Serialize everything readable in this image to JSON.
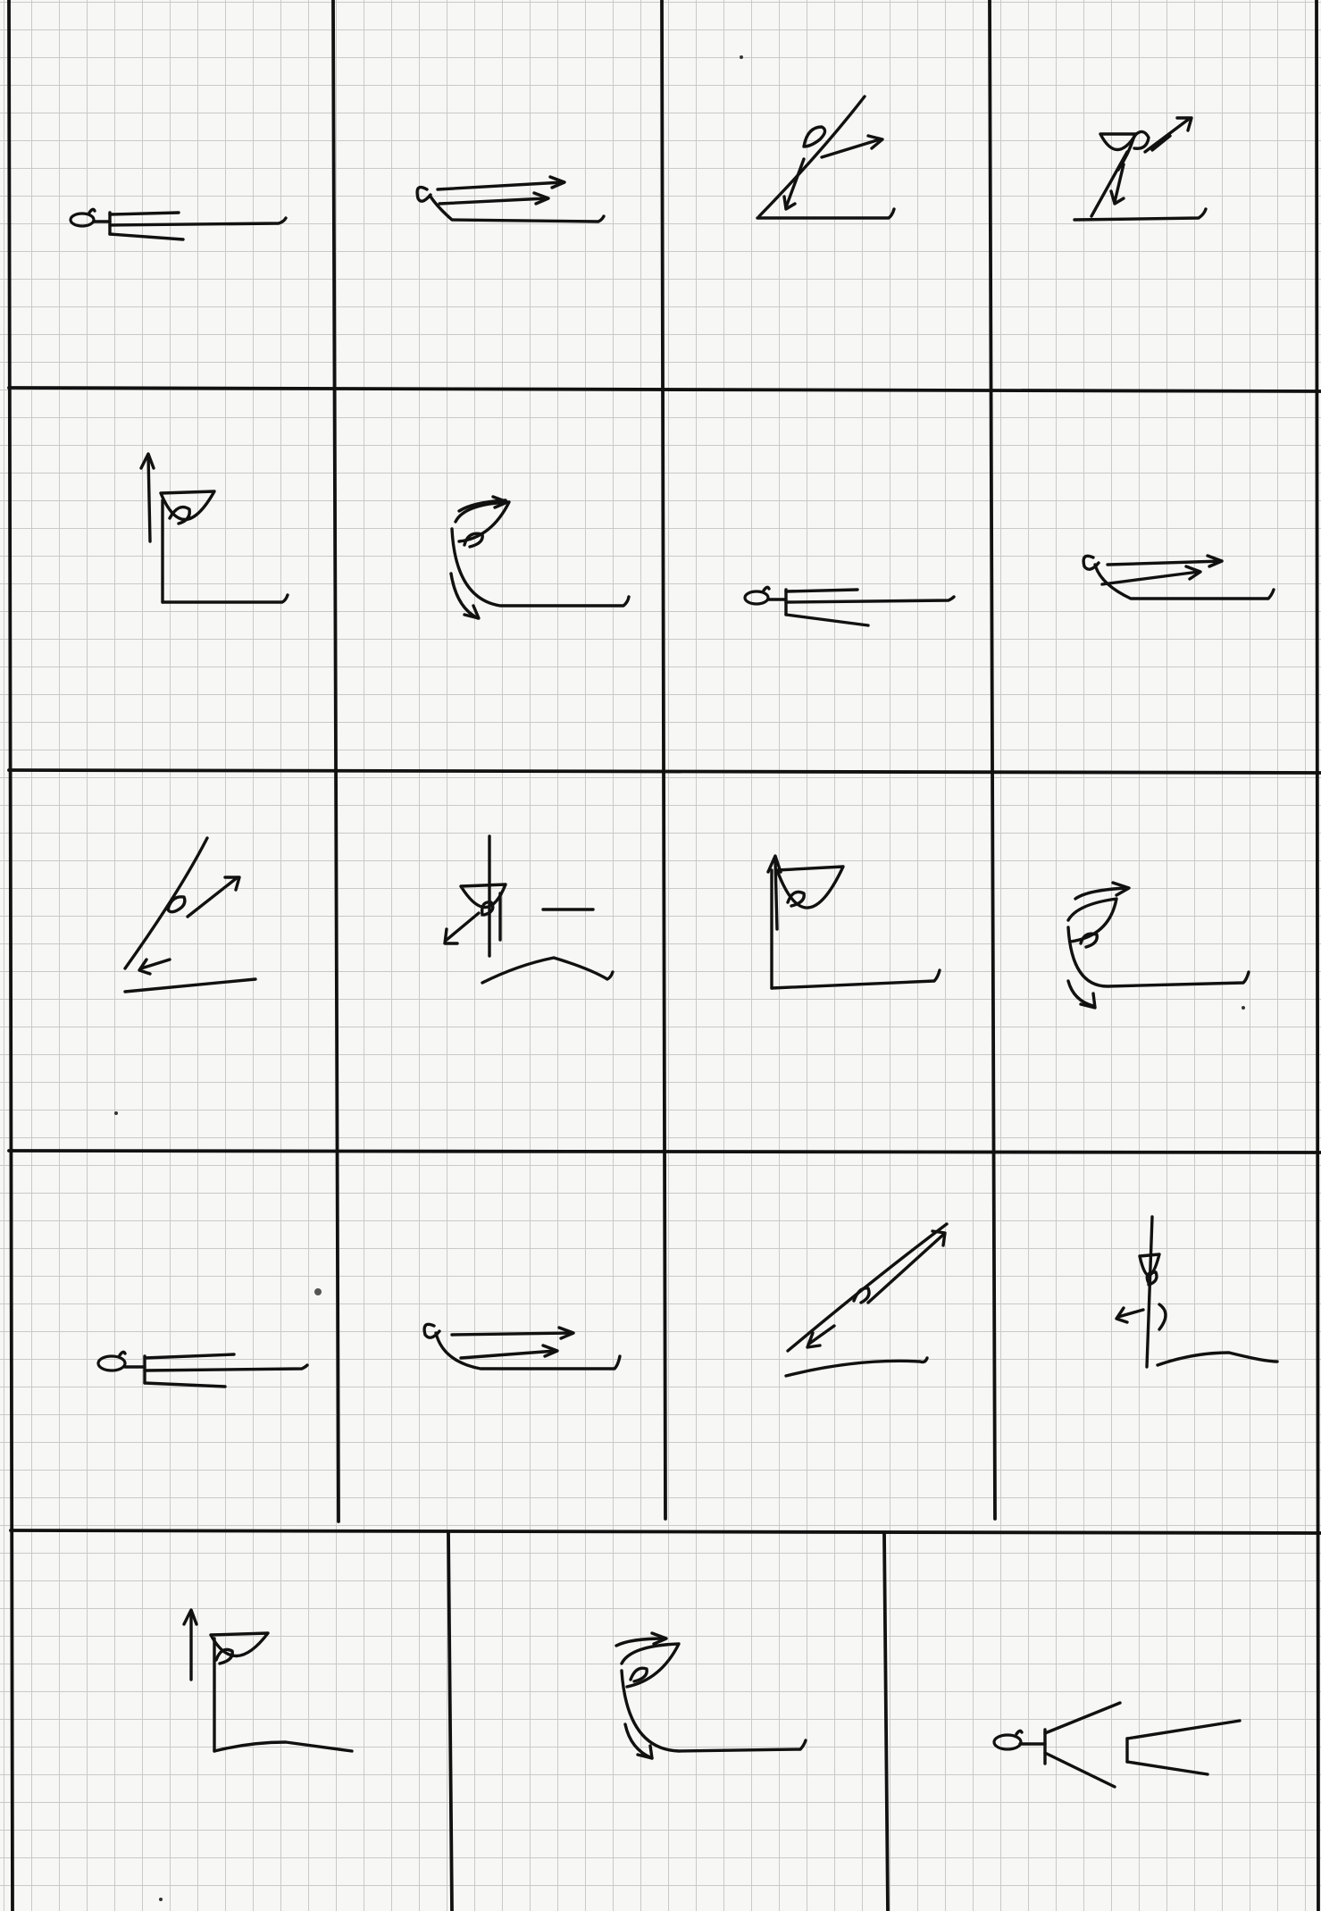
{
  "sheet": {
    "kind": "hand-drawn figure sequence on squared paper",
    "ink_color": "#111111",
    "paper_color": "#f7f7f5",
    "grid_color": "#c9c9c9",
    "rows": 5,
    "panels_per_row": [
      4,
      4,
      4,
      4,
      3
    ],
    "panel_count": 19
  },
  "panels": [
    {
      "pose": "lying-flat"
    },
    {
      "pose": "lying-arms-overhead"
    },
    {
      "pose": "rising-diagonal"
    },
    {
      "pose": "sitting-upright-arms-out"
    },
    {
      "pose": "sitting-up"
    },
    {
      "pose": "rolling-back"
    },
    {
      "pose": "lying-flat"
    },
    {
      "pose": "lying-arms-overhead"
    },
    {
      "pose": "rising-diagonal"
    },
    {
      "pose": "sitting-upright"
    },
    {
      "pose": "sitting-up"
    },
    {
      "pose": "rolling-back"
    },
    {
      "pose": "lying-flat"
    },
    {
      "pose": "lying-arms-overhead"
    },
    {
      "pose": "rising-diagonal"
    },
    {
      "pose": "sitting-upright"
    },
    {
      "pose": "sitting-up"
    },
    {
      "pose": "rolling-back"
    },
    {
      "pose": "lying-spread"
    }
  ]
}
